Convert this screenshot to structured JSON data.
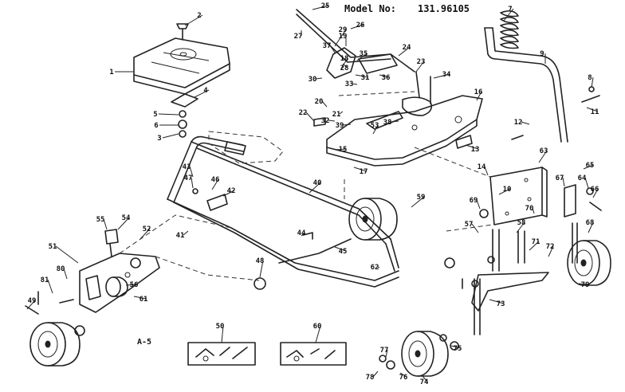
{
  "header": {
    "model_label": "Model No:",
    "model_number": "131.96105"
  },
  "sheet_label": "A-5",
  "part_labels": [
    {
      "n": "1"
    },
    {
      "n": "2"
    },
    {
      "n": "3"
    },
    {
      "n": "4"
    },
    {
      "n": "5"
    },
    {
      "n": "6"
    },
    {
      "n": "7"
    },
    {
      "n": "8"
    },
    {
      "n": "9"
    },
    {
      "n": "10"
    },
    {
      "n": "11"
    },
    {
      "n": "12"
    },
    {
      "n": "13"
    },
    {
      "n": "14"
    },
    {
      "n": "15"
    },
    {
      "n": "16"
    },
    {
      "n": "17"
    },
    {
      "n": "18"
    },
    {
      "n": "19"
    },
    {
      "n": "20"
    },
    {
      "n": "21"
    },
    {
      "n": "22"
    },
    {
      "n": "23"
    },
    {
      "n": "24"
    },
    {
      "n": "25"
    },
    {
      "n": "26"
    },
    {
      "n": "27"
    },
    {
      "n": "28"
    },
    {
      "n": "29"
    },
    {
      "n": "30"
    },
    {
      "n": "31"
    },
    {
      "n": "32"
    },
    {
      "n": "33"
    },
    {
      "n": "34"
    },
    {
      "n": "35"
    },
    {
      "n": "36"
    },
    {
      "n": "37"
    },
    {
      "n": "38"
    },
    {
      "n": "39"
    },
    {
      "n": "40"
    },
    {
      "n": "41"
    },
    {
      "n": "42"
    },
    {
      "n": "43"
    },
    {
      "n": "44"
    },
    {
      "n": "45"
    },
    {
      "n": "46"
    },
    {
      "n": "47"
    },
    {
      "n": "48"
    },
    {
      "n": "49"
    },
    {
      "n": "50"
    },
    {
      "n": "51"
    },
    {
      "n": "52"
    },
    {
      "n": "53"
    },
    {
      "n": "54"
    },
    {
      "n": "55"
    },
    {
      "n": "56"
    },
    {
      "n": "57"
    },
    {
      "n": "58"
    },
    {
      "n": "59"
    },
    {
      "n": "60"
    },
    {
      "n": "61"
    },
    {
      "n": "62"
    },
    {
      "n": "63"
    },
    {
      "n": "64"
    },
    {
      "n": "65"
    },
    {
      "n": "66"
    },
    {
      "n": "67"
    },
    {
      "n": "68"
    },
    {
      "n": "69"
    },
    {
      "n": "70"
    },
    {
      "n": "71"
    },
    {
      "n": "72"
    },
    {
      "n": "73"
    },
    {
      "n": "74"
    },
    {
      "n": "75"
    },
    {
      "n": "76"
    },
    {
      "n": "77"
    },
    {
      "n": "78"
    },
    {
      "n": "79"
    },
    {
      "n": "80"
    },
    {
      "n": "81"
    }
  ]
}
